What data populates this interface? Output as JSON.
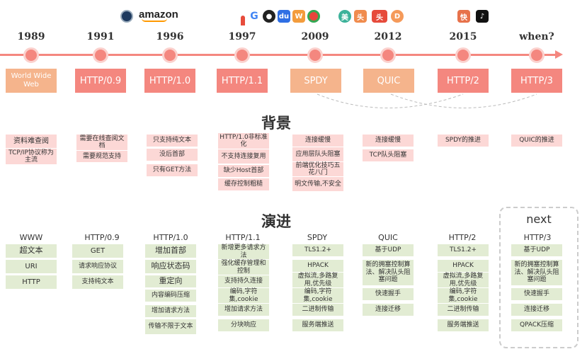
{
  "header": {
    "amazon_logo": "amazon"
  },
  "timeline": {
    "years": [
      "1989",
      "1991",
      "1996",
      "1997",
      "2009",
      "2012",
      "2015",
      "when?"
    ],
    "versions": [
      "World Wide Web",
      "HTTP/0.9",
      "HTTP/1.0",
      "HTTP/1.1",
      "SPDY",
      "QUIC",
      "HTTP/2",
      "HTTP/3"
    ]
  },
  "sections": {
    "background_title": "背景",
    "evolution_title": "演进",
    "next_title": "next"
  },
  "background": {
    "www": [
      "资料难查阅",
      "TCP/IP协议称为主流"
    ],
    "http09": [
      "需要在线查阅文档",
      "需要规范支持"
    ],
    "http10": [
      "只支持纯文本",
      "没后首部",
      "只有GET方法"
    ],
    "http11": [
      "HTTP/1.0非标准化",
      "不支持连接复用",
      "缺少Host首部",
      "缓存控制粗糙"
    ],
    "spdy": [
      "连接缓慢",
      "应用层队头阻塞",
      "前端优化技巧五花八门",
      "明文传输,不安全"
    ],
    "quic": [
      "连接缓慢",
      "TCP队头阻塞"
    ],
    "http2": [
      "SPDY的推进"
    ],
    "http3": [
      "QUIC的推进"
    ]
  },
  "evolution": {
    "headers": [
      "WWW",
      "HTTP/0.9",
      "HTTP/1.0",
      "HTTP/1.1",
      "SPDY",
      "QUIC",
      "HTTP/2",
      "HTTP/3"
    ],
    "www": [
      "超文本",
      "URI",
      "HTTP"
    ],
    "http09": [
      "GET",
      "请求响应协议",
      "支持纯文本"
    ],
    "http10": [
      "增加首部",
      "响应状态码",
      "重定向",
      "内容编码压缩",
      "增加请求方法",
      "传输不限于文本"
    ],
    "http11": [
      "新增更多请求方法",
      "强化缓存管理和控制",
      "支持持久连接",
      "编码,字符集,cookie",
      "增加请求方法",
      "分块响应"
    ],
    "spdy": [
      "TLS1.2+",
      "HPACK",
      "虚拟流,多路复用,优先级",
      "编码,字符集,cookie",
      "二进制传输",
      "服务端推送"
    ],
    "quic": [
      "基于UDP",
      "新的拥塞控制算法、解决队头阻塞问题",
      "快速握手",
      "连接迁移"
    ],
    "http2": [
      "TLS1.2+",
      "HPACK",
      "虚拟流,多路复用,优先级",
      "编码,字符集,cookie",
      "二进制传输",
      "服务端推送"
    ],
    "http3": [
      "基于UDP",
      "新的拥塞控制算法、解决队头阻塞问题",
      "快速握手",
      "连接迁移",
      "QPACK压缩"
    ]
  },
  "colors": {
    "timeline": "#f4877f",
    "salmon": "#f4877f",
    "peach": "#f5b48c",
    "background_box": "#fcd8d6",
    "evolution_box": "#e2ecd3"
  }
}
